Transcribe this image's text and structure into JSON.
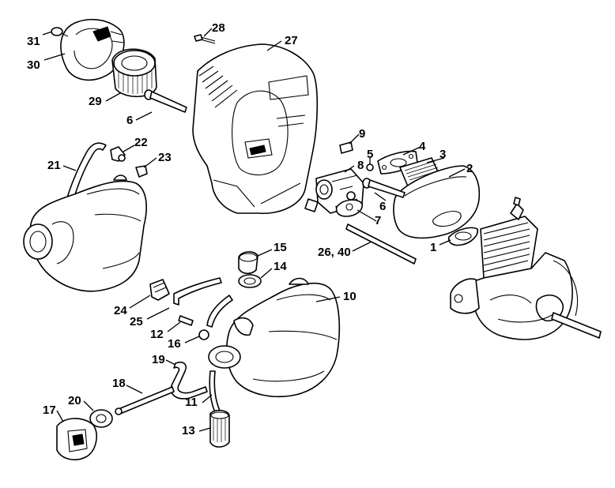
{
  "diagram": {
    "kind": "exploded parts view",
    "callouts": [
      {
        "id": "c31",
        "text": "31"
      },
      {
        "id": "c30",
        "text": "30"
      },
      {
        "id": "c29",
        "text": "29"
      },
      {
        "id": "c28",
        "text": "28"
      },
      {
        "id": "c27",
        "text": "27"
      },
      {
        "id": "c6a",
        "text": "6"
      },
      {
        "id": "c22",
        "text": "22"
      },
      {
        "id": "c23",
        "text": "23"
      },
      {
        "id": "c21",
        "text": "21"
      },
      {
        "id": "c9",
        "text": "9"
      },
      {
        "id": "c5",
        "text": "5"
      },
      {
        "id": "c4",
        "text": "4"
      },
      {
        "id": "c3",
        "text": "3"
      },
      {
        "id": "c2",
        "text": "2"
      },
      {
        "id": "c8",
        "text": "8"
      },
      {
        "id": "c6b",
        "text": "6"
      },
      {
        "id": "c7",
        "text": "7"
      },
      {
        "id": "c1",
        "text": "1"
      },
      {
        "id": "c2640",
        "text": "26, 40"
      },
      {
        "id": "c15",
        "text": "15"
      },
      {
        "id": "c14",
        "text": "14"
      },
      {
        "id": "c10",
        "text": "10"
      },
      {
        "id": "c24",
        "text": "24"
      },
      {
        "id": "c25",
        "text": "25"
      },
      {
        "id": "c12",
        "text": "12"
      },
      {
        "id": "c16",
        "text": "16"
      },
      {
        "id": "c19",
        "text": "19"
      },
      {
        "id": "c18",
        "text": "18"
      },
      {
        "id": "c20",
        "text": "20"
      },
      {
        "id": "c17",
        "text": "17"
      },
      {
        "id": "c11",
        "text": "11"
      },
      {
        "id": "c13",
        "text": "13"
      }
    ]
  }
}
